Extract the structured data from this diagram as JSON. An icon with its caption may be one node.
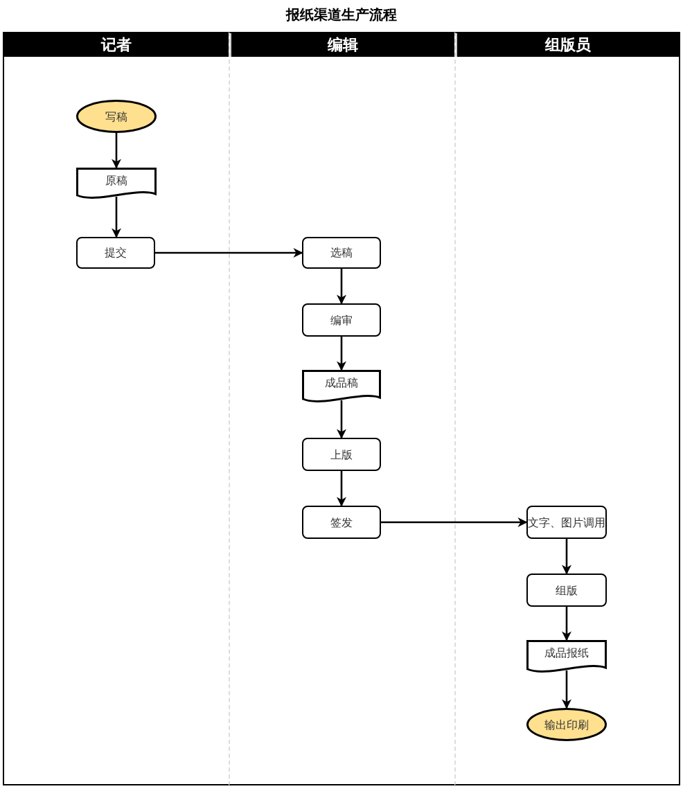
{
  "diagram": {
    "title": "报纸渠道生产流程",
    "nodes": [
      {
        "text": [
          "记者"
        ]
      },
      {
        "text": [
          "编辑"
        ]
      },
      {
        "text": [
          "组版员"
        ]
      },
      {
        "text": [
          "写稿"
        ],
        "in": 0
      },
      {
        "text": [
          "原稿"
        ],
        "in": 0
      },
      {
        "text": [
          "提交"
        ],
        "in": 0
      },
      {
        "text": [
          "选稿"
        ],
        "in": 1
      },
      {
        "text": [
          "编审"
        ],
        "in": 1
      },
      {
        "text": [
          "成品稿"
        ],
        "in": 1
      },
      {
        "text": [
          "上版"
        ],
        "in": 1
      },
      {
        "text": [
          "签发"
        ],
        "in": 1
      },
      {
        "text": [
          "文字、图片调用"
        ],
        "in": 2
      },
      {
        "text": [
          "组版"
        ],
        "in": 2
      },
      {
        "text": [
          "成品报纸"
        ],
        "in": 2
      },
      {
        "text": [
          "输出印刷"
        ],
        "in": 2
      }
    ],
    "edges": [
      {
        "from": 3,
        "to": 4,
        "arrow": "to"
      },
      {
        "from": 4,
        "to": 5,
        "arrow": "to"
      },
      {
        "from": 5,
        "to": 6,
        "arrow": "to"
      },
      {
        "from": 6,
        "to": 7,
        "arrow": "to"
      },
      {
        "from": 7,
        "to": 8,
        "arrow": "to"
      },
      {
        "from": 8,
        "to": 9,
        "arrow": "to"
      },
      {
        "from": 9,
        "to": 10,
        "arrow": "to"
      },
      {
        "from": 10,
        "to": 11,
        "arrow": "to"
      },
      {
        "from": 11,
        "to": 12,
        "arrow": "to"
      },
      {
        "from": 12,
        "to": 13,
        "arrow": "to"
      },
      {
        "from": 13,
        "to": 14,
        "arrow": "to"
      }
    ]
  }
}
